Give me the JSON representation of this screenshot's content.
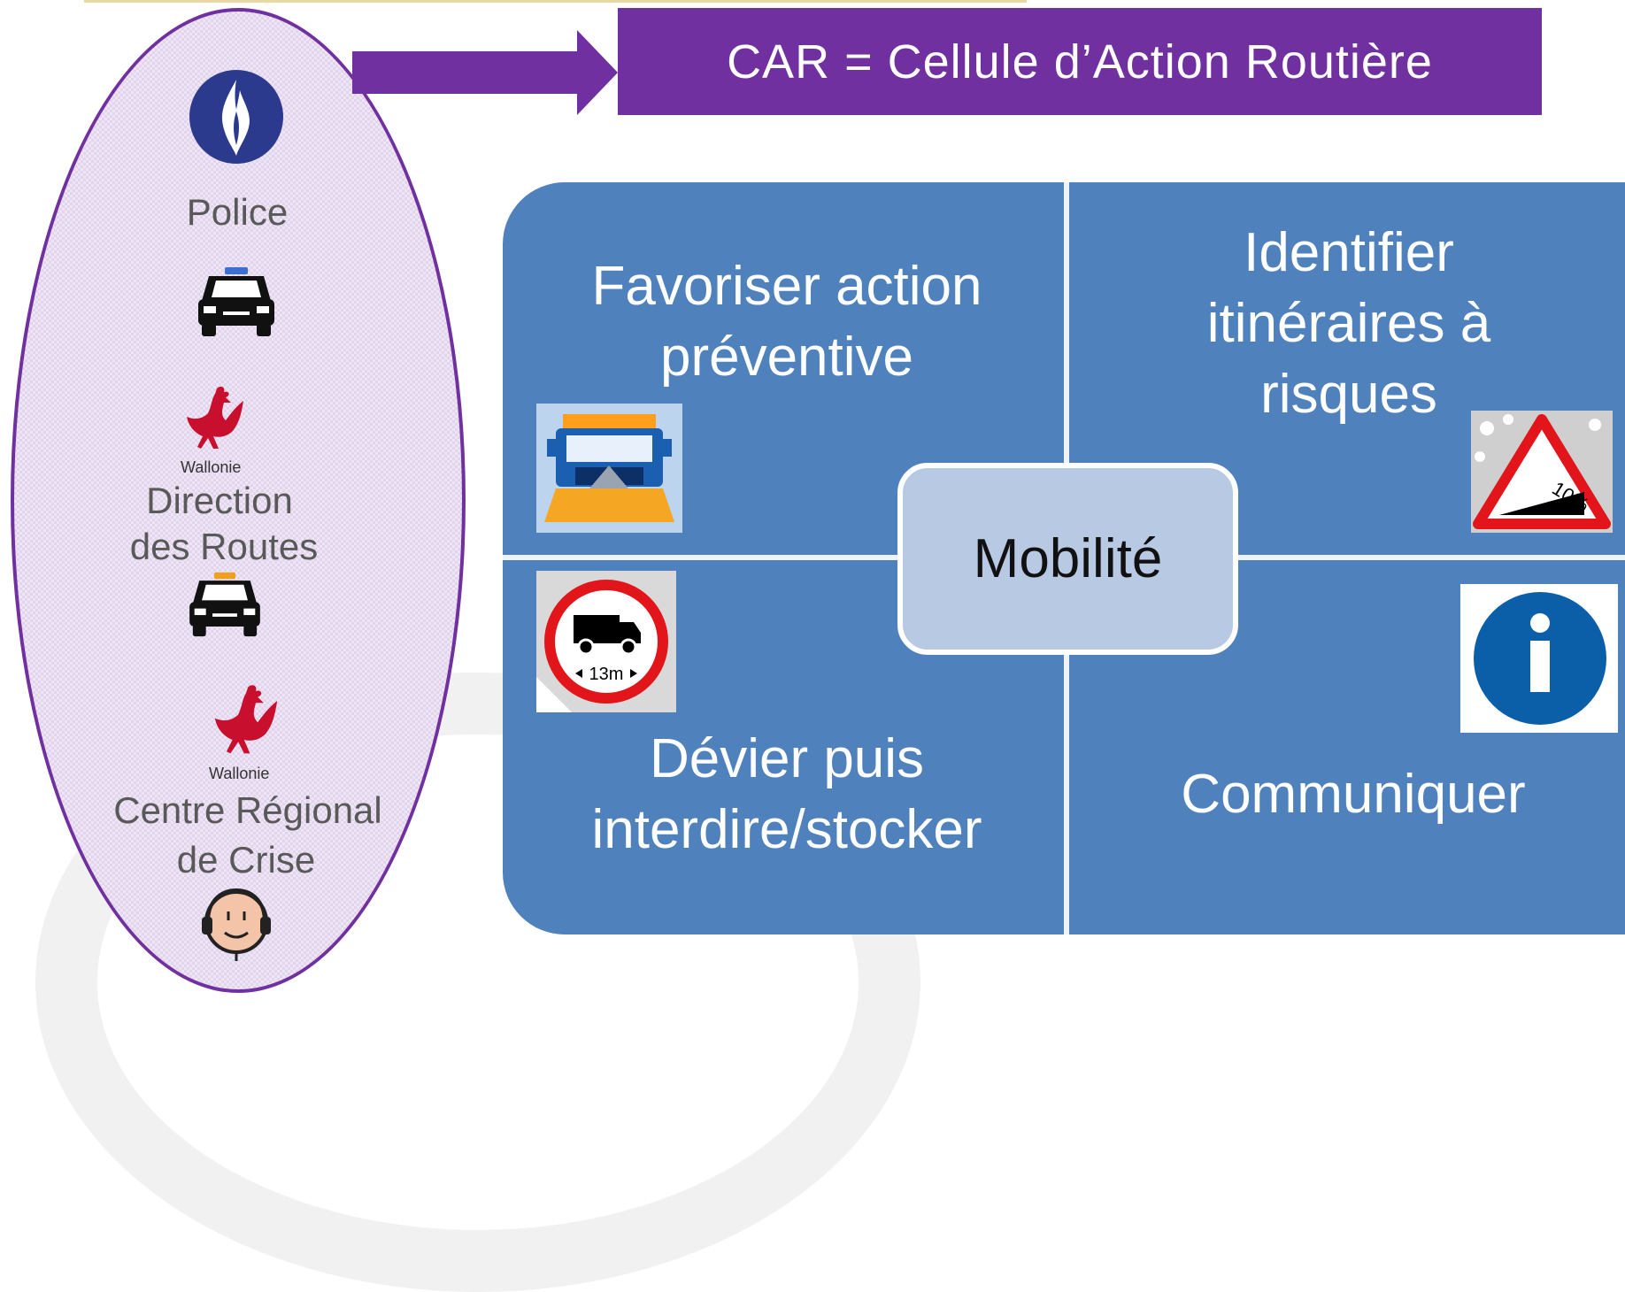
{
  "banner": {
    "text": "CAR = Cellule d’Action Routière"
  },
  "left_panel": {
    "police_label": "Police",
    "wallonie_1": "Wallonie",
    "direction_line1": "Direction",
    "direction_line2": "des Routes",
    "wallonie_2": "Wallonie",
    "centre_line1": "Centre Régional",
    "centre_line2": "de Crise"
  },
  "matrix": {
    "center": "Mobilité",
    "top_left": [
      "Favoriser action",
      "préventive"
    ],
    "top_right": [
      "Identifier",
      "itinéraires à",
      "risques"
    ],
    "bottom_left": [
      "Dévier puis",
      "interdire/stocker"
    ],
    "bottom_right": [
      "Communiquer"
    ]
  },
  "signs": {
    "truck_length": "13m",
    "slope": "10%",
    "info": "i"
  },
  "colors": {
    "purple": "#7030a0",
    "matrix_blue": "#4f81bd",
    "center_fill": "#b8c9e4",
    "wallonie_red": "#c8102e",
    "police_blue": "#2b3a8c"
  }
}
